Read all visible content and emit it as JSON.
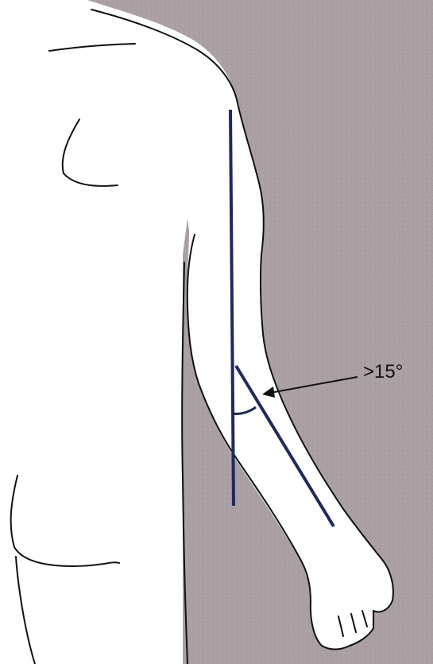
{
  "annotation": {
    "angle_label": ">15°"
  },
  "colors": {
    "background": "#aa9fa3",
    "skin": "#ffffff",
    "outline": "#111111",
    "axis_lines": "#1f2a5c"
  },
  "diagram": {
    "subject": "body-outline-arm-carrying-angle",
    "arrow": "points-to-elbow-angle"
  }
}
